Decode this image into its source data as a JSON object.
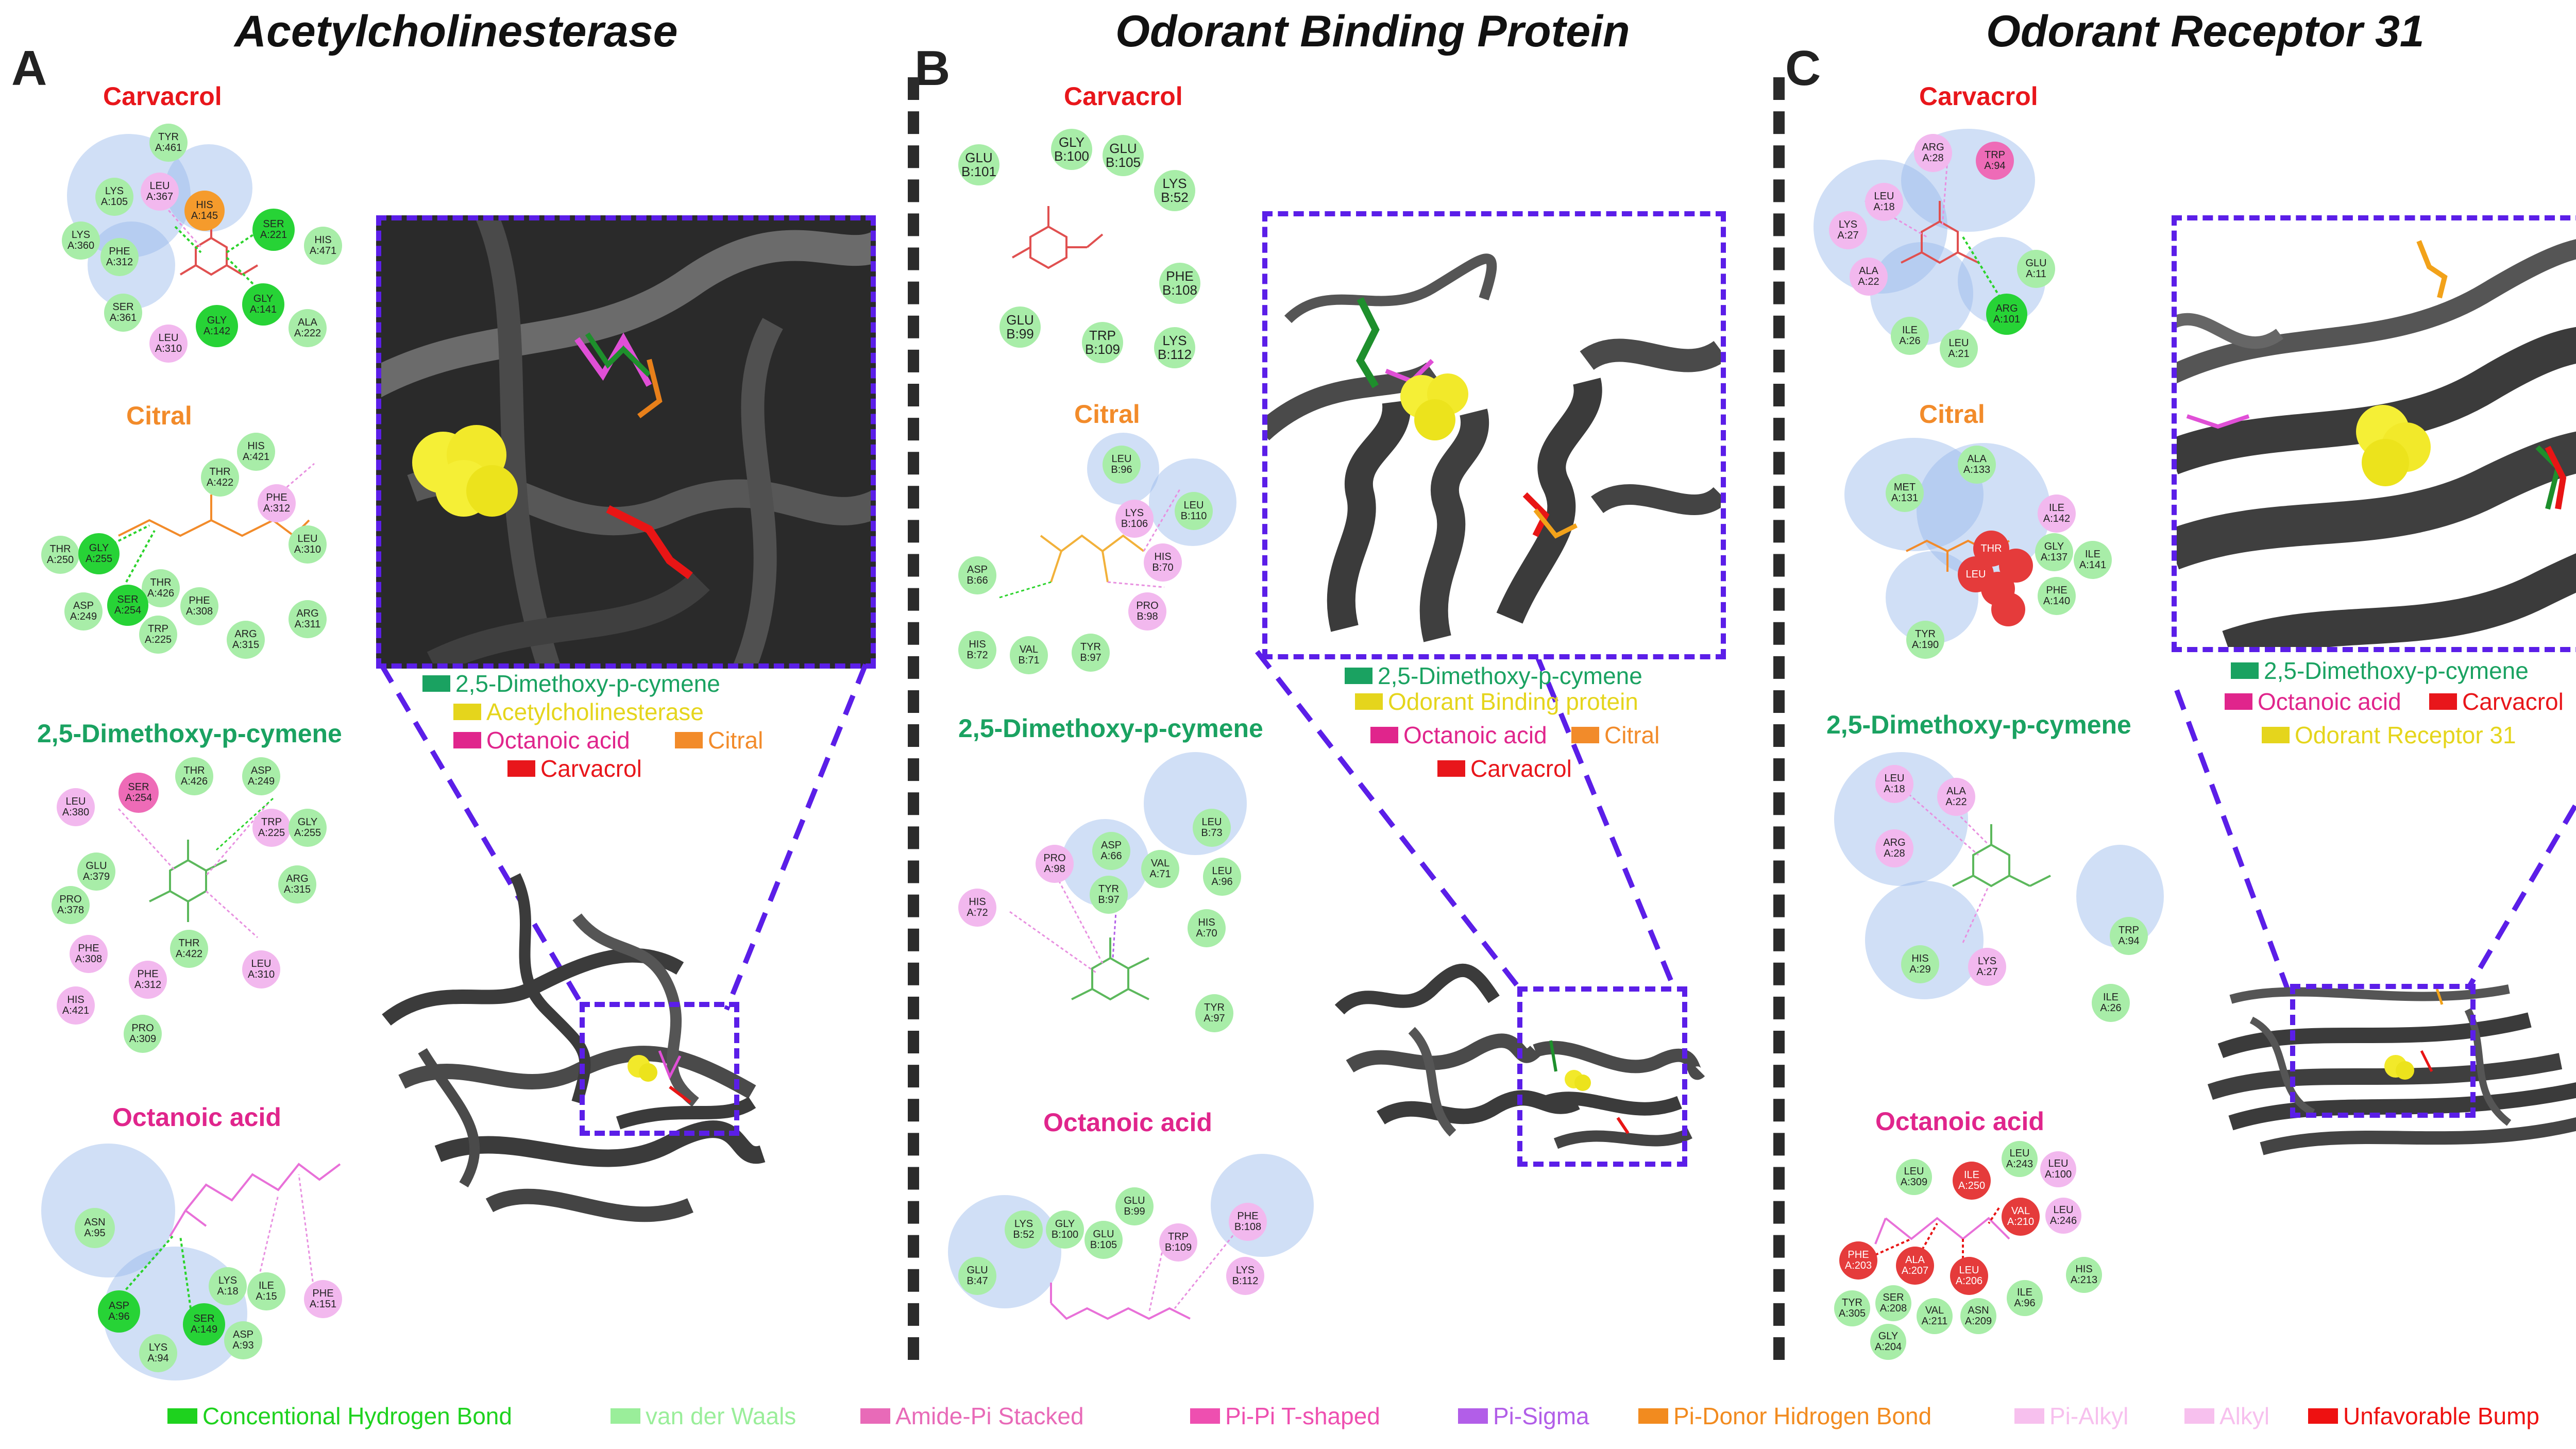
{
  "panels": [
    {
      "letter": "A",
      "title": "Acetylcholinesterase"
    },
    {
      "letter": "B",
      "title": "Odorant Binding Protein"
    },
    {
      "letter": "C",
      "title": "Odorant Receptor 31"
    }
  ],
  "compounds": {
    "carvacrol": "Carvacrol",
    "citral": "Citral",
    "dmc": "2,5-Dimethoxy-p-cymene",
    "octanoic": "Octanoic acid"
  },
  "residues": {
    "A_carvacrol": [
      "TYR\nA:461",
      "LYS\nA:105",
      "LEU\nA:367",
      "HIS\nA:145",
      "LYS\nA:360",
      "PHE\nA:312",
      "SER\nA:221",
      "HIS\nA:471",
      "SER\nA:361",
      "GLY\nA:141",
      "GLY\nA:142",
      "LEU\nA:310",
      "ALA\nA:222"
    ],
    "A_citral": [
      "HIS\nA:421",
      "THR\nA:422",
      "PHE\nA:312",
      "THR\nA:250",
      "GLY\nA:255",
      "LEU\nA:310",
      "THR\nA:426",
      "SER\nA:254",
      "PHE\nA:308",
      "ASP\nA:249",
      "TRP\nA:225",
      "ARG\nA:315",
      "ARG\nA:311"
    ],
    "A_dmc": [
      "THR\nA:426",
      "ASP\nA:249",
      "SER\nA:254",
      "LEU\nA:380",
      "TRP\nA:225",
      "GLY\nA:255",
      "GLU\nA:379",
      "ARG\nA:315",
      "PRO\nA:378",
      "PHE\nA:308",
      "THR\nA:422",
      "LEU\nA:310",
      "PHE\nA:312",
      "HIS\nA:421",
      "PRO\nA:309"
    ],
    "A_octanoic": [
      "ASN\nA:95",
      "LYS\nA:18",
      "ILE\nA:15",
      "PHE\nA:151",
      "ASP\nA:96",
      "SER\nA:149",
      "LYS\nA:94",
      "ASP\nA:93"
    ],
    "B_carvacrol": [
      "GLU\nB:101",
      "GLY\nB:100",
      "GLU\nB:105",
      "LYS\nB:52",
      "PHE\nB:108",
      "GLU\nB:99",
      "TRP\nB:109",
      "LYS\nB:112"
    ],
    "B_citral": [
      "LEU\nB:96",
      "LYS\nB:106",
      "LEU\nB:110",
      "ASP\nB:66",
      "HIS\nB:70",
      "PRO\nB:98",
      "HIS\nB:72",
      "VAL\nB:71",
      "TYR\nB:97"
    ],
    "B_dmc": [
      "LEU\nB:73",
      "ASP\nA:66",
      "PRO\nA:98",
      "VAL\nA:71",
      "LEU\nA:96",
      "TYR\nB:97",
      "HIS\nA:72",
      "HIS\nA:70",
      "TYR\nA:97"
    ],
    "B_octanoic": [
      "GLU\nB:99",
      "LYS\nB:52",
      "GLY\nB:100",
      "GLU\nB:105",
      "TRP\nB:109",
      "PHE\nB:108",
      "GLU\nB:47",
      "LYS\nB:112"
    ],
    "C_carvacrol": [
      "ARG\nA:28",
      "TRP\nA:94",
      "LEU\nA:18",
      "LYS\nA:27",
      "GLU\nA:11",
      "ALA\nA:22",
      "ARG\nA:101",
      "ILE\nA:26",
      "LEU\nA:21"
    ],
    "C_citral": [
      "ALA\nA:133",
      "MET\nA:131",
      "THR",
      "ILE\nA:142",
      "GLY\nA:137",
      "ILE\nA:141",
      "LEU",
      "PHE\nA:140",
      "TYR\nA:190"
    ],
    "C_dmc": [
      "LEU\nA:18",
      "ALA\nA:22",
      "ARG\nA:28",
      "TRP\nA:94",
      "HIS\nA:29",
      "LYS\nA:27",
      "ILE\nA:26"
    ],
    "C_octanoic": [
      "LEU\nA:243",
      "LEU\nA:309",
      "ILE\nA:250",
      "LEU\nA:100",
      "VAL\nA:210",
      "LEU\nA:246",
      "PHE\nA:203",
      "ALA\nA:207",
      "LEU\nA:206",
      "HIS\nA:213",
      "TYR\nA:305",
      "SER\nA:208",
      "VAL\nA:211",
      "ASN\nA:209",
      "ILE\nA:96",
      "GLY\nA:204"
    ]
  },
  "keys": {
    "A": [
      "2,5-Dimethoxy-p-cymene",
      "Acetylcholinesterase",
      "Octanoic acid",
      "Citral",
      "Carvacrol"
    ],
    "B": [
      "2,5-Dimethoxy-p-cymene",
      "Odorant Binding protein",
      "Octanoic acid",
      "Citral",
      "Carvacrol"
    ],
    "C": [
      "2,5-Dimethoxy-p-cymene",
      "Octanoic acid",
      "Carvacrol",
      "Odorant Receptor 31"
    ]
  },
  "colors": {
    "dmc": "#1aa261",
    "protein": "#e5d51c",
    "octanoic": "#e0258c",
    "citral": "#f28b2a",
    "carvacrol": "#e8161b",
    "frame": "#5b1ee8",
    "ribbon": "#3b3b3b"
  },
  "legend": [
    {
      "label": "Concentional Hydrogen Bond",
      "color": "#1ed21e"
    },
    {
      "label": "van der Waals",
      "color": "#9aee9a"
    },
    {
      "label": "Amide-Pi Stacked",
      "color": "#e86ab8"
    },
    {
      "label": "Pi-Pi T-shaped",
      "color": "#ee4fb0"
    },
    {
      "label": "Pi-Sigma",
      "color": "#b25ee8"
    },
    {
      "label": "Pi-Donor Hidrogen Bond",
      "color": "#f28b1f"
    },
    {
      "label": "Pi-Alkyl",
      "color": "#f7c0ee"
    },
    {
      "label": "Alkyl",
      "color": "#f7c0ee"
    },
    {
      "label": "Unfavorable Bump",
      "color": "#ee1111"
    }
  ]
}
